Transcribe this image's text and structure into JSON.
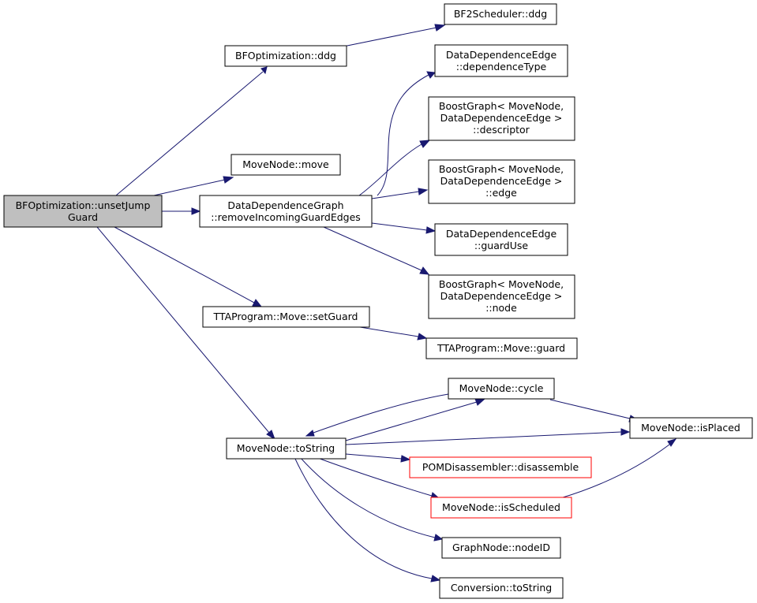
{
  "colors": {
    "edge": "#191970",
    "node_border": "#000000",
    "node_border_incomplete": "#ff0000",
    "root_fill": "#bfbfbf",
    "node_fill": "#ffffff"
  },
  "nodes": {
    "root": {
      "lines": [
        "BFOptimization::unsetJump",
        "Guard"
      ]
    },
    "bf_ddg": {
      "lines": [
        "BFOptimization::ddg"
      ]
    },
    "bf2_ddg": {
      "lines": [
        "BF2Scheduler::ddg"
      ]
    },
    "mn_move": {
      "lines": [
        "MoveNode::move"
      ]
    },
    "ddg_remove": {
      "lines": [
        "DataDependenceGraph",
        "::removeIncomingGuardEdges"
      ]
    },
    "dde_deptype": {
      "lines": [
        "DataDependenceEdge",
        "::dependenceType"
      ]
    },
    "bg_descriptor": {
      "lines": [
        "BoostGraph< MoveNode,",
        "DataDependenceEdge >",
        "::descriptor"
      ]
    },
    "bg_edge": {
      "lines": [
        "BoostGraph< MoveNode,",
        "DataDependenceEdge >",
        "::edge"
      ]
    },
    "dde_guarduse": {
      "lines": [
        "DataDependenceEdge",
        "::guardUse"
      ]
    },
    "bg_node": {
      "lines": [
        "BoostGraph< MoveNode,",
        "DataDependenceEdge >",
        "::node"
      ]
    },
    "tta_setguard": {
      "lines": [
        "TTAProgram::Move::setGuard"
      ]
    },
    "tta_guard": {
      "lines": [
        "TTAProgram::Move::guard"
      ]
    },
    "mn_cycle": {
      "lines": [
        "MoveNode::cycle"
      ]
    },
    "mn_isplaced": {
      "lines": [
        "MoveNode::isPlaced"
      ]
    },
    "mn_tostring": {
      "lines": [
        "MoveNode::toString"
      ]
    },
    "pom_disassemble": {
      "lines": [
        "POMDisassembler::disassemble"
      ]
    },
    "mn_isscheduled": {
      "lines": [
        "MoveNode::isScheduled"
      ]
    },
    "gn_nodeid": {
      "lines": [
        "GraphNode::nodeID"
      ]
    },
    "conv_tostring": {
      "lines": [
        "Conversion::toString"
      ]
    }
  }
}
